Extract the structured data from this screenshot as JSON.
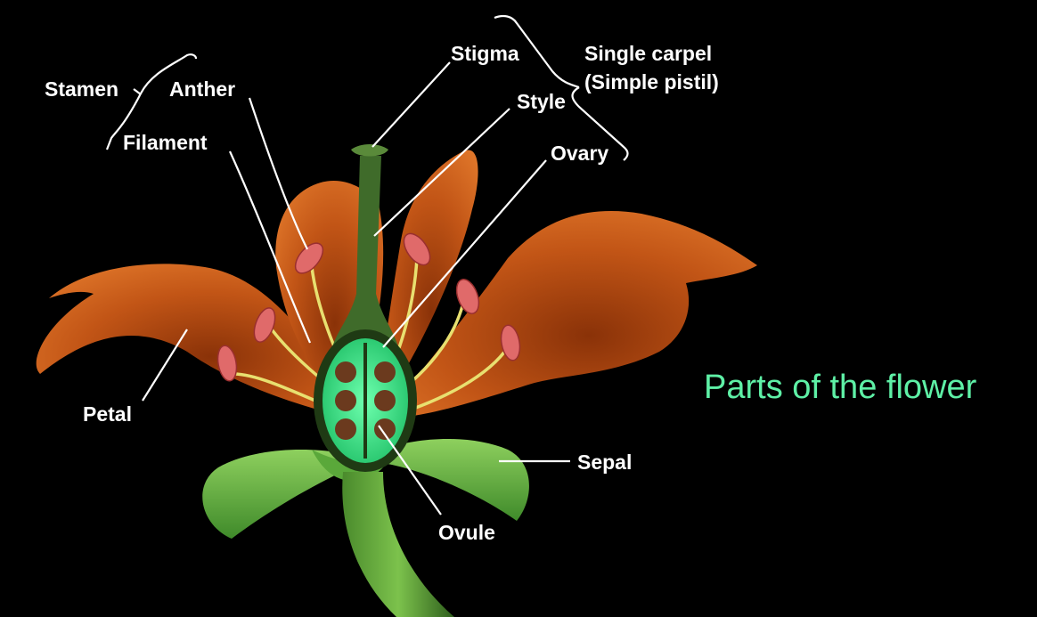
{
  "title": "Parts of the flower",
  "labels": {
    "stamen": "Stamen",
    "anther": "Anther",
    "filament": "Filament",
    "stigma": "Stigma",
    "style": "Style",
    "ovary": "Ovary",
    "single_carpel_line1": "Single carpel",
    "single_carpel_line2": "(Simple pistil)",
    "petal": "Petal",
    "sepal": "Sepal",
    "ovule": "Ovule"
  },
  "colors": {
    "background": "#000000",
    "petal": "#d9621c",
    "petal_dark": "#8a3208",
    "sepal": "#6fbf4a",
    "pistil": "#3f6b2a",
    "ovary_inner": "#3cf08c",
    "ovule": "#6b3a1e",
    "anther": "#e06a6a",
    "filament": "#e8e070",
    "title": "#5ef0a6"
  }
}
